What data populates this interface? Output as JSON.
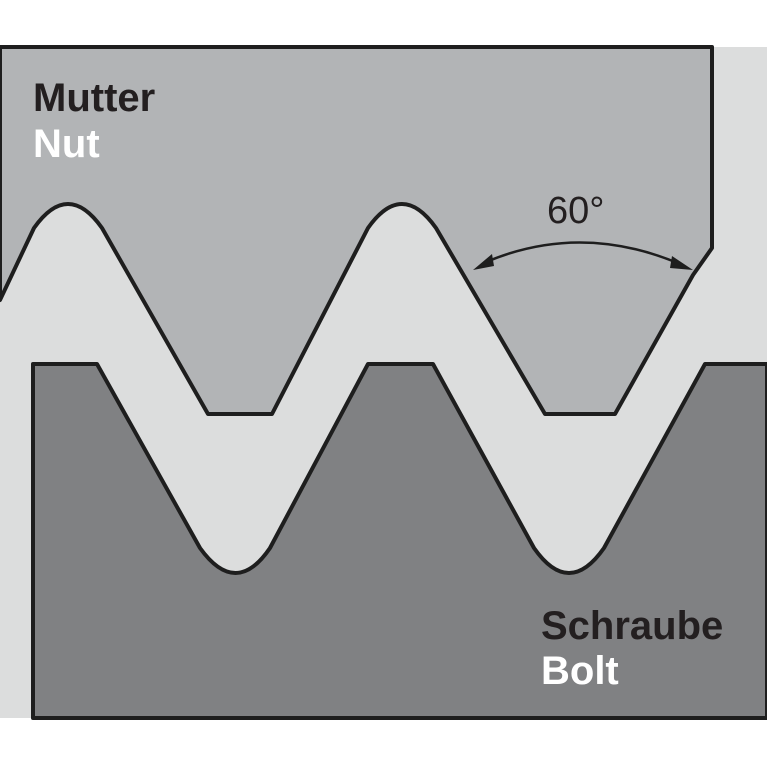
{
  "nut": {
    "label_de": "Mutter",
    "label_en": "Nut"
  },
  "bolt": {
    "label_de": "Schraube",
    "label_en": "Bolt"
  },
  "angle_label": "60°",
  "colors": {
    "background": "#ffffff",
    "gap": "#dcdddd",
    "nut_fill": "#b2b4b6",
    "bolt_fill": "#808183",
    "outline": "#1e1e1e",
    "label_dark": "#231f20",
    "label_light": "#ffffff"
  }
}
